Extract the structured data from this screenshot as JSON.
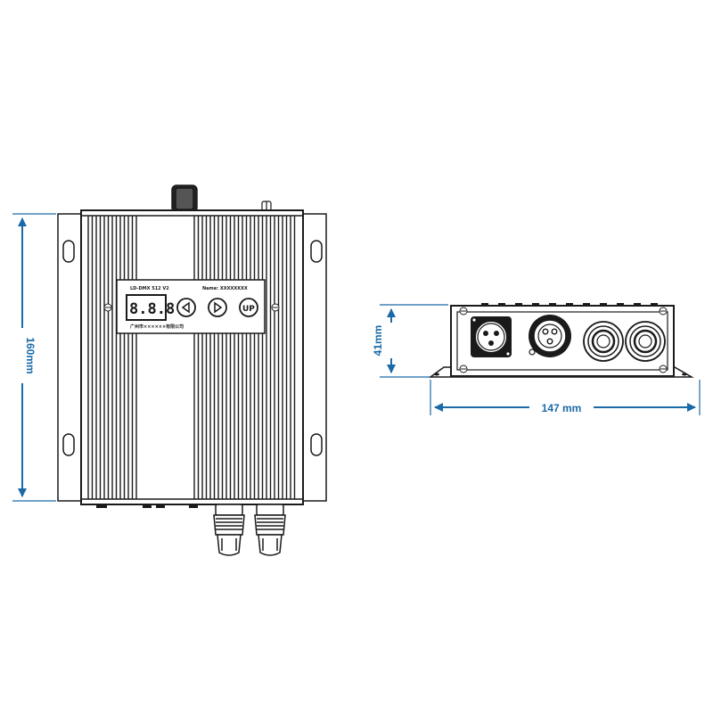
{
  "colors": {
    "dimension": "#1a6aa8",
    "outline": "#1a1a1a",
    "background": "#ffffff"
  },
  "front_view": {
    "height_dimension": "160mm",
    "display_panel": {
      "model_text": "LD-DMX 512 V2",
      "brand_text": "Name: XXXXXXXX",
      "display_digits": "8.8.8",
      "company_text": "广州市××××××有限公司",
      "buttons": [
        {
          "name": "left",
          "icon": "triangle-left-icon",
          "label": ""
        },
        {
          "name": "right",
          "icon": "triangle-right-icon",
          "label": ""
        },
        {
          "name": "up",
          "icon": "",
          "label": "UP"
        }
      ]
    }
  },
  "side_view": {
    "height_dimension": "41mm",
    "width_dimension": "147 mm",
    "connectors": [
      "xlr-male-icon",
      "xlr-female-icon",
      "cable-gland-icon",
      "cable-gland-icon"
    ]
  }
}
